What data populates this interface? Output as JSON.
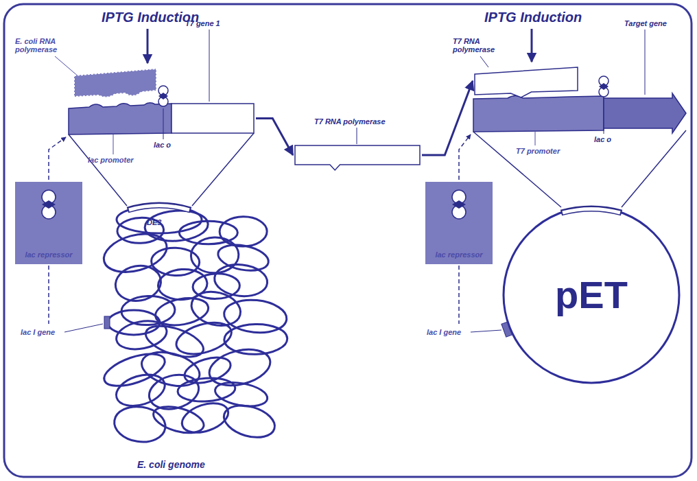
{
  "diagram": {
    "nodes": [
      {
        "text": [
          "E. coli RNA polymerase"
        ]
      },
      {
        "text": [
          "T7 gene 1"
        ]
      },
      {
        "text": [
          "lac repressor"
        ]
      },
      {
        "text": [
          "T7 RNA polymerase"
        ]
      },
      {
        "text": [
          "T7 RNA polymerase"
        ]
      },
      {
        "text": [
          "Target gene"
        ]
      },
      {
        "text": [
          "lac repressor"
        ]
      },
      {
        "text": [
          "pET"
        ]
      }
    ],
    "edges": [
      {
        "from": 1,
        "to": 3,
        "arrow": "to"
      },
      {
        "from": 3,
        "to": 4,
        "arrow": "to"
      }
    ],
    "labels": [
      "IPTG Induction",
      "IPTG Induction",
      "lac o",
      "lac promoter",
      "DE3",
      "lac I gene",
      "E. coli genome",
      "lac o",
      "T7 promoter",
      "lac I gene"
    ]
  }
}
